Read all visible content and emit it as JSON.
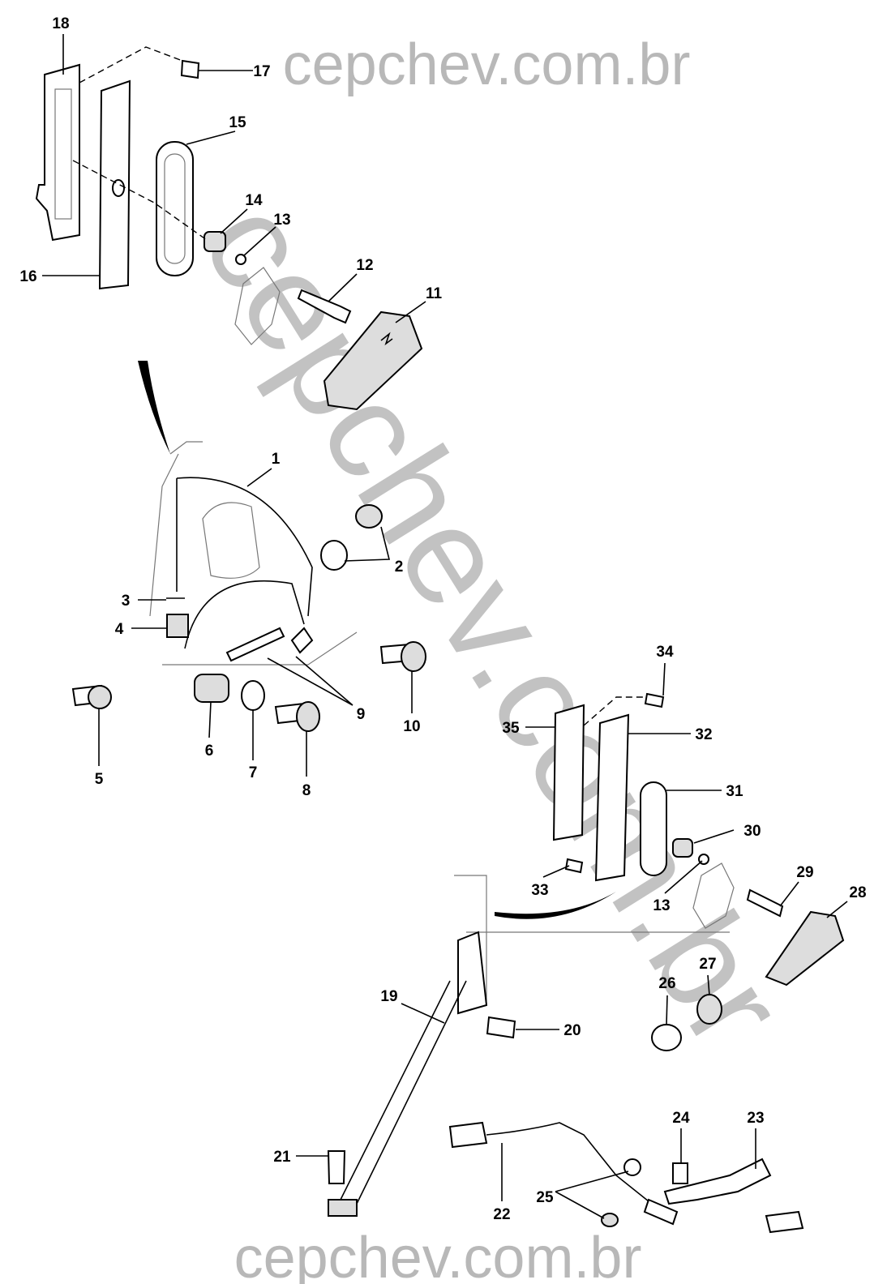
{
  "watermark": {
    "top": "cepchev.com.br",
    "diagonal": "cepchev.com.br",
    "bottom": "cepchev.com.br"
  },
  "callouts": {
    "c1": "1",
    "c2": "2",
    "c3": "3",
    "c4": "4",
    "c5": "5",
    "c6": "6",
    "c7": "7",
    "c8": "8",
    "c9": "9",
    "c10": "10",
    "c11": "11",
    "c12": "12",
    "c13a": "13",
    "c13b": "13",
    "c14": "14",
    "c15": "15",
    "c16": "16",
    "c17": "17",
    "c18": "18",
    "c19": "19",
    "c20": "20",
    "c21": "21",
    "c22": "22",
    "c23": "23",
    "c24": "24",
    "c25": "25",
    "c26": "26",
    "c27": "27",
    "c28": "28",
    "c29": "29",
    "c30": "30",
    "c31": "31",
    "c32": "32",
    "c33": "33",
    "c34": "34",
    "c35": "35"
  }
}
